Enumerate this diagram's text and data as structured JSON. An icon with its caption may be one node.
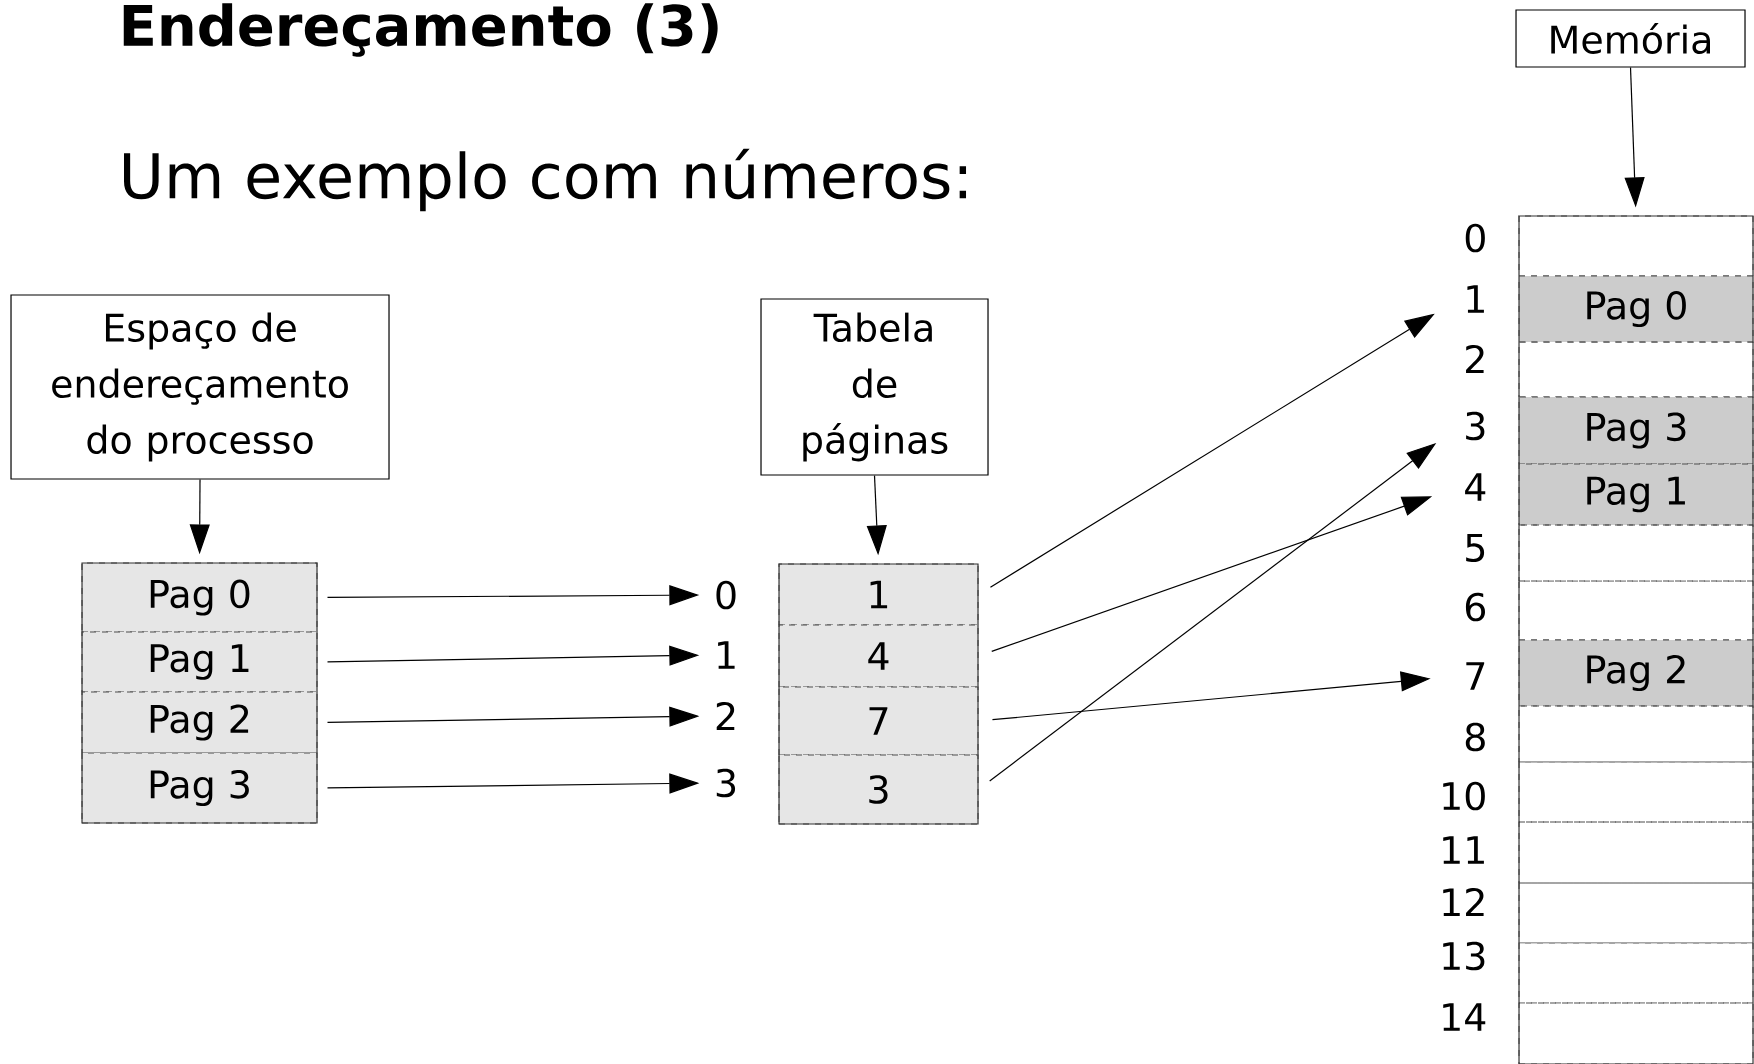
{
  "diagram": {
    "title": "Endereçamento (3)",
    "nodes": [
      {
        "text": [
          "Espaço de endereçamento do processo"
        ]
      },
      {
        "text": [],
        "shape": "box"
      },
      {
        "text": [
          "Pag 0"
        ],
        "in": 1
      },
      {
        "text": [
          "Pag 1"
        ],
        "in": 1
      },
      {
        "text": [
          "Pag 2"
        ],
        "in": 1
      },
      {
        "text": [
          "Pag 3"
        ],
        "in": 1
      },
      {
        "text": [
          "0"
        ]
      },
      {
        "text": [
          "1"
        ]
      },
      {
        "text": [
          "2"
        ]
      },
      {
        "text": [
          "3"
        ]
      },
      {
        "text": [
          "Tabela de páginas"
        ]
      },
      {
        "text": [],
        "shape": "box"
      },
      {
        "text": [
          "1"
        ],
        "in": 11
      },
      {
        "text": [
          "4"
        ],
        "in": 11
      },
      {
        "text": [
          "7"
        ],
        "in": 11
      },
      {
        "text": [
          "3"
        ],
        "in": 11
      },
      {
        "text": [
          "Memória"
        ]
      },
      {
        "text": [
          "0"
        ]
      },
      {
        "text": [
          "1"
        ]
      },
      {
        "text": [
          "2"
        ]
      },
      {
        "text": [
          "3"
        ]
      },
      {
        "text": [
          "4"
        ]
      },
      {
        "text": [
          "5"
        ]
      },
      {
        "text": [
          "6"
        ]
      },
      {
        "text": [
          "7"
        ]
      },
      {
        "text": [
          "8"
        ]
      },
      {
        "text": [
          "10"
        ]
      },
      {
        "text": [
          "11"
        ]
      },
      {
        "text": [
          "12"
        ]
      },
      {
        "text": [
          "13"
        ]
      },
      {
        "text": [
          "14"
        ]
      },
      {
        "text": [],
        "shape": "box"
      },
      {
        "text": [],
        "shape": "box",
        "in": 31
      },
      {
        "text": [
          "Pag 0"
        ],
        "in": 31
      },
      {
        "text": [],
        "shape": "box",
        "in": 31
      },
      {
        "text": [
          "Pag 3"
        ],
        "in": 31
      },
      {
        "text": [
          "Pag 1"
        ],
        "in": 31
      },
      {
        "text": [],
        "shape": "box",
        "in": 31
      },
      {
        "text": [],
        "shape": "box",
        "in": 31
      },
      {
        "text": [
          "Pag 2"
        ],
        "in": 31
      },
      {
        "text": [],
        "shape": "box",
        "in": 31
      },
      {
        "text": [],
        "shape": "box",
        "in": 31
      },
      {
        "text": [],
        "shape": "box",
        "in": 31
      },
      {
        "text": [],
        "shape": "box",
        "in": 31
      },
      {
        "text": [],
        "shape": "box",
        "in": 31
      },
      {
        "text": [],
        "shape": "box",
        "in": 31
      }
    ],
    "edges": [
      {
        "from": 0,
        "to": 1,
        "arrow": "to"
      },
      {
        "from": 10,
        "to": 11,
        "arrow": "to"
      },
      {
        "from": 16,
        "to": 31,
        "arrow": "to"
      },
      {
        "from": 2,
        "to": 6,
        "arrow": "to"
      },
      {
        "from": 3,
        "to": 7,
        "arrow": "to"
      },
      {
        "from": 4,
        "to": 8,
        "arrow": "to"
      },
      {
        "from": 5,
        "to": 9,
        "arrow": "to"
      },
      {
        "from": 12,
        "to": 18,
        "arrow": "to"
      },
      {
        "from": 13,
        "to": 21,
        "arrow": "to"
      },
      {
        "from": 14,
        "to": 24,
        "arrow": "to"
      },
      {
        "from": 15,
        "to": 20,
        "arrow": "to"
      }
    ],
    "labels": [
      "Um exemplo com números:"
    ]
  }
}
